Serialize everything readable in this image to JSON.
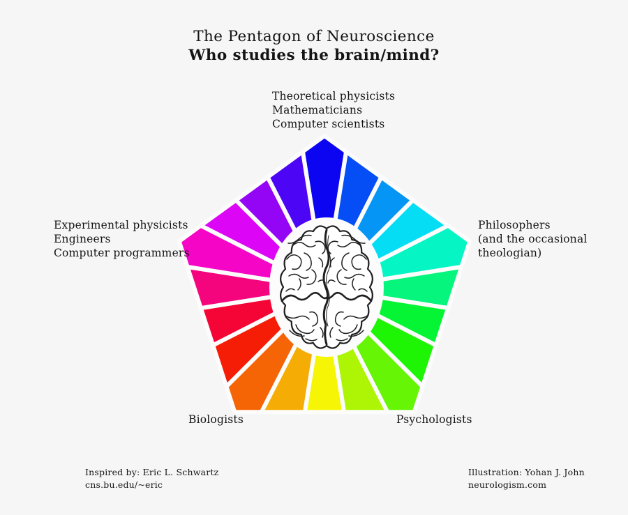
{
  "title": {
    "line1": "The Pentagon of Neuroscience",
    "line2": "Who studies the brain/mind?"
  },
  "labels": {
    "top": [
      "Theoretical physicists",
      "Mathematicians",
      "Computer scientists"
    ],
    "left": [
      "Experimental physicists",
      "Engineers",
      "Computer programmers"
    ],
    "right": [
      "Philosophers",
      "(and the occasional",
      "theologian)"
    ],
    "bottom_left": "Biologists",
    "bottom_right": "Psychologists"
  },
  "credits": {
    "inspired_line1": "Inspired by: Eric L. Schwartz",
    "inspired_line2": "cns.bu.edu/~eric",
    "illustration_line1": "Illustration: Yohan J. John",
    "illustration_line2": "neurologism.com"
  },
  "wheel": {
    "segments": 20,
    "colors": [
      "#0B05F2",
      "#054DF5",
      "#0595F5",
      "#05DDF5",
      "#05F5C5",
      "#05F57D",
      "#05F535",
      "#1DF505",
      "#65F505",
      "#ADF505",
      "#F5F505",
      "#F5AD05",
      "#F56505",
      "#F51D05",
      "#F50535",
      "#F5057D",
      "#F505C5",
      "#DD05F5",
      "#9505F5",
      "#4D05F5"
    ],
    "gap_color": "#FCFCFC",
    "background": "#F6F6F6",
    "ink_color": "#1F1F1F"
  }
}
